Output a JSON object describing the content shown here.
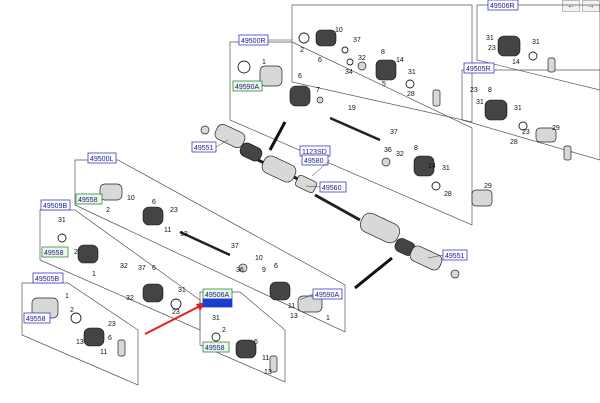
{
  "nav": {
    "prev_symbol": "←",
    "next_symbol": "→"
  },
  "tags": {
    "t49506R": "49506R",
    "t49500R": "49500R",
    "t49590A_top": "49590A",
    "t49505R": "49505R",
    "t49551_left": "49551",
    "t1123SD": "1123SD",
    "t49580": "49580",
    "t49560": "49560",
    "t49500L": "49500L",
    "t49558_a": "49558",
    "t49509B": "49509B",
    "t49558_b": "49558",
    "t49505B": "49505B",
    "t49558_c": "49558",
    "t49506A": "49506A",
    "t49558_d": "49558",
    "t49590A_bottom": "49590A",
    "t49551_right": "49551"
  },
  "colors": {
    "tag_border": "#3c3cc8",
    "tag_green_border": "#2e8b2e",
    "highlight": "#1e3ccf",
    "arrow": "#e02020"
  }
}
